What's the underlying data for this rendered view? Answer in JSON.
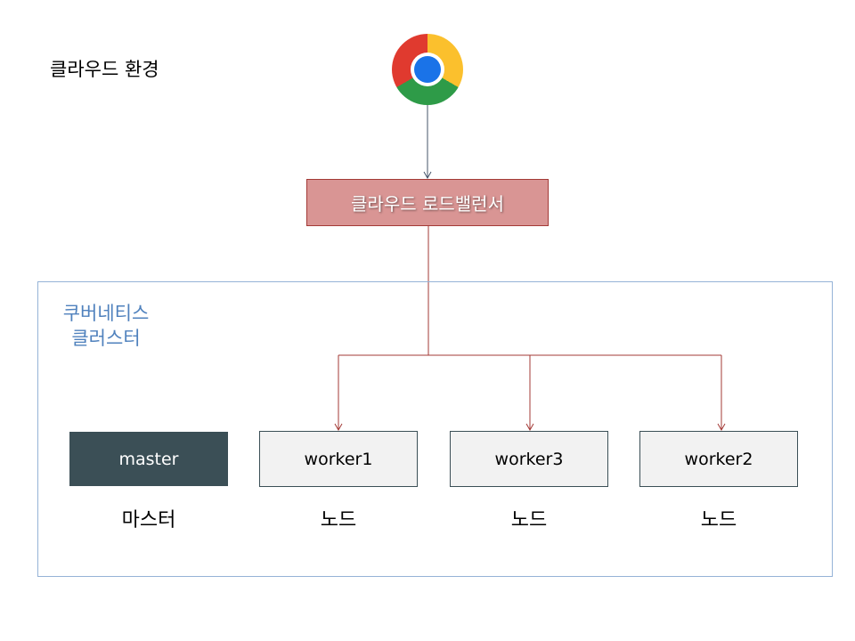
{
  "title": "클라우드 환경",
  "browser_icon": "chrome-icon",
  "load_balancer": "클라우드 로드밸런서",
  "cluster": {
    "label_line1": "쿠버네티스",
    "label_line2": "클러스터"
  },
  "nodes": [
    {
      "label": "master",
      "sub": "마스터"
    },
    {
      "label": "worker1",
      "sub": "노드"
    },
    {
      "label": "worker3",
      "sub": "노드"
    },
    {
      "label": "worker2",
      "sub": "노드"
    }
  ],
  "colors": {
    "lb_fill": "#d99594",
    "lb_line": "#a33a36",
    "master_fill": "#3b4f56",
    "worker_fill": "#f2f2f2",
    "cluster_border": "#95b3d7",
    "cluster_text": "#4f81bd"
  }
}
